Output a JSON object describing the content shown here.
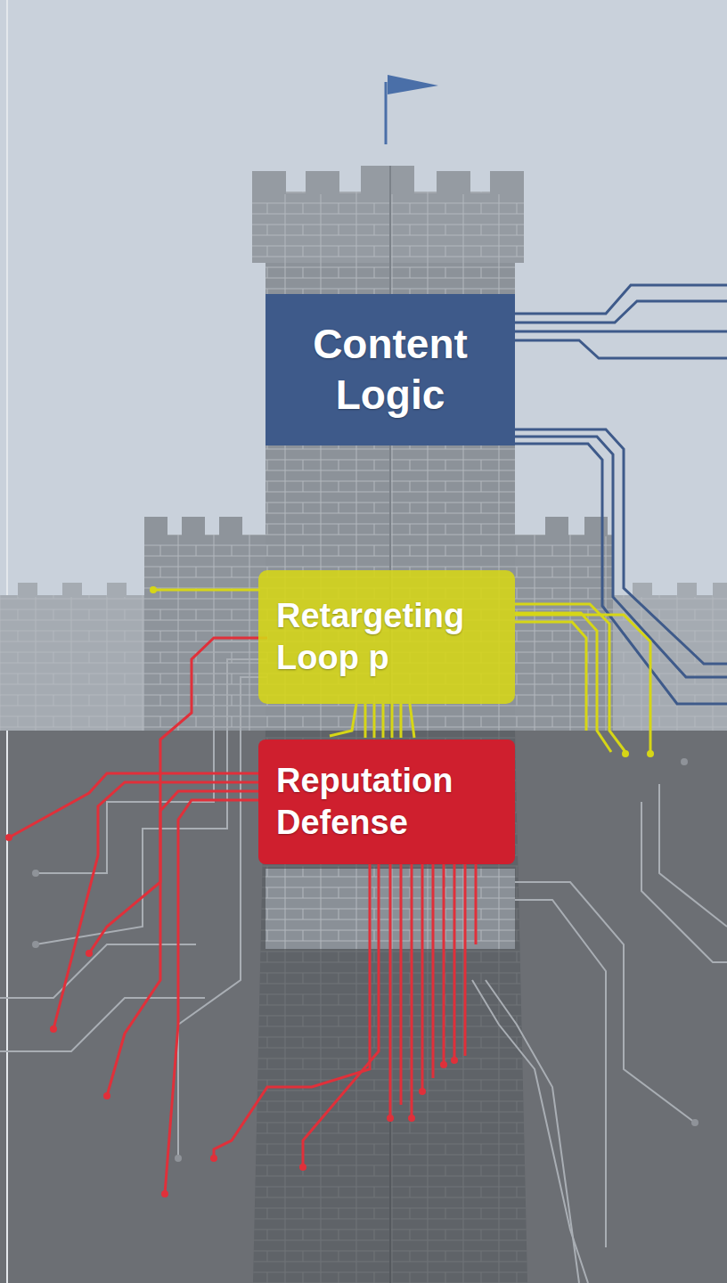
{
  "diagram": {
    "nodes": [
      {
        "text": [
          "Content Logic"
        ]
      },
      {
        "text": [
          "Retargeting Loop p"
        ]
      },
      {
        "text": [
          "Reputation Defense"
        ]
      }
    ]
  }
}
